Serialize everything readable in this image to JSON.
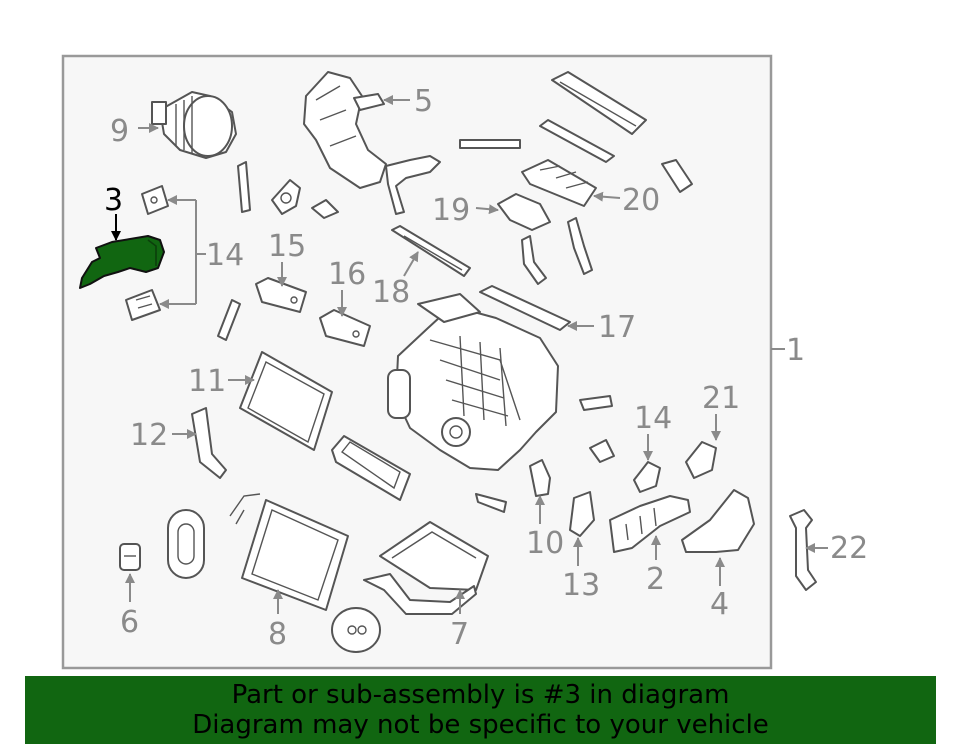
{
  "colors": {
    "highlight": "#116611",
    "label_gray": "#8a8a8a",
    "line": "#555555",
    "frame_fill": "#f7f7f7"
  },
  "callouts": {
    "c1": "1",
    "c2": "2",
    "c3": "3",
    "c4": "4",
    "c5": "5",
    "c6": "6",
    "c7": "7",
    "c8": "8",
    "c9": "9",
    "c10": "10",
    "c11": "11",
    "c12": "12",
    "c13": "13",
    "c14a": "14",
    "c14b": "14",
    "c15": "15",
    "c16": "16",
    "c17": "17",
    "c18": "18",
    "c19": "19",
    "c20": "20",
    "c21": "21",
    "c22": "22"
  },
  "highlighted_part": "3",
  "banner": {
    "line1": "Part or sub-assembly is #3 in diagram",
    "line2": "Diagram may not be specific to your vehicle"
  }
}
